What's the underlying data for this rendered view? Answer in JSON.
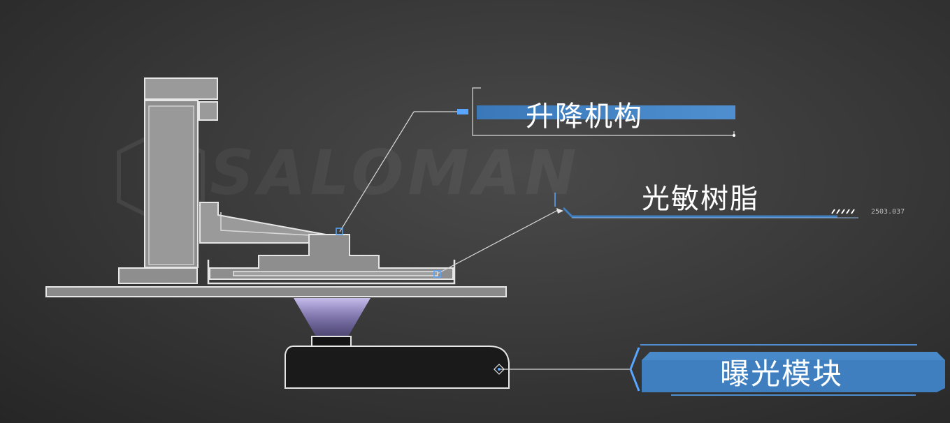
{
  "watermark": {
    "text": "SALOMAN"
  },
  "callouts": {
    "lift_mechanism": "升降机构",
    "photosensitive_resin": "光敏树脂",
    "exposure_module": "曝光模块",
    "resin_code": "2503.037"
  },
  "colors": {
    "outline": "#e6e6e6",
    "part_fill": "#8f8f8f",
    "accent_blue": "#3f7fc0",
    "bright_blue": "#58a6ff",
    "uv_glow": "#b9a6ff",
    "exposure_body": "#1a1a1a"
  }
}
